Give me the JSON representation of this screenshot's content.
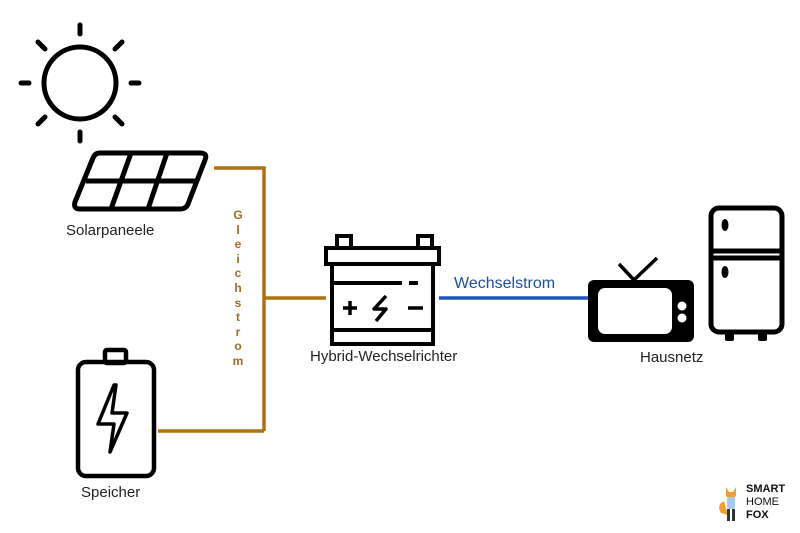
{
  "colors": {
    "dc_line": "#b07212",
    "ac_line": "#1f54b8",
    "icon_stroke": "#000000",
    "label_text": "#222222",
    "dc_label_text": "#a36a1f",
    "ac_label_text": "#1f4e9e"
  },
  "nodes": {
    "sun": {
      "icon": "sun-icon"
    },
    "solar": {
      "icon": "solar-panel-icon",
      "label": "Solarpaneele"
    },
    "storage": {
      "icon": "battery-icon",
      "label": "Speicher"
    },
    "inverter": {
      "icon": "car-battery-inverter-icon",
      "label": "Hybrid-Wechselrichter",
      "symbols": {
        "plus": "+",
        "minus": "−"
      }
    },
    "house": {
      "icons": [
        "tv-icon",
        "fridge-icon"
      ],
      "label": "Hausnetz"
    }
  },
  "connections": {
    "dc": {
      "label": "Gleichstrom",
      "letters": [
        "G",
        "l",
        "e",
        "i",
        "c",
        "h",
        "s",
        "t",
        "r",
        "o",
        "m"
      ]
    },
    "ac": {
      "label": "Wechselstrom"
    }
  },
  "logo": {
    "lines": [
      "SMART",
      "HOME",
      "FOX"
    ]
  }
}
